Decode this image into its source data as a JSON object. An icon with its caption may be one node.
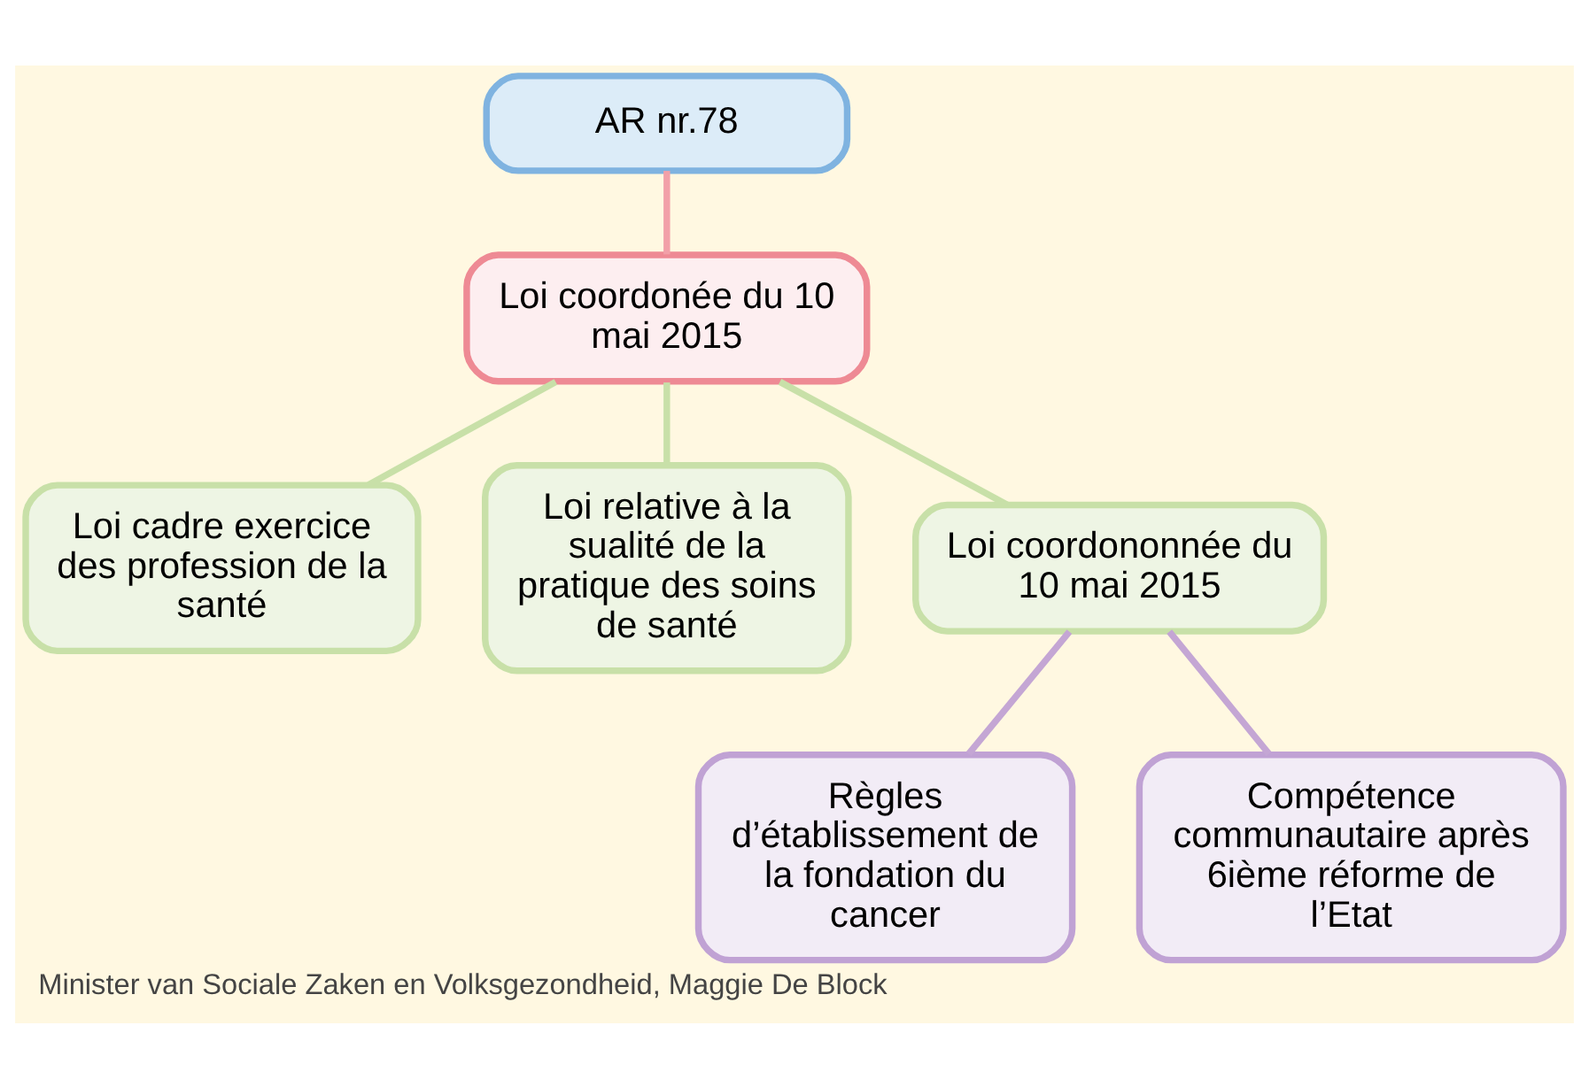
{
  "diagram": {
    "caption": "Minister van Sociale Zaken en Volksgezondheid, Maggie De Block",
    "nodes": [
      {
        "text": [
          "AR nr.78"
        ]
      },
      {
        "text": [
          "Loi coordonée du 10 mai 2015"
        ]
      },
      {
        "text": [
          "Loi cadre exercice des profession de la santé"
        ]
      },
      {
        "text": [
          "Loi relative à la sualité de la pratique des soins de santé"
        ]
      },
      {
        "text": [
          "Loi coordononnée du 10 mai 2015"
        ]
      },
      {
        "text": [
          "Règles d’établissement de la fondation du cancer"
        ]
      },
      {
        "text": [
          "Compétence communautaire après 6ième réforme de l’Etat"
        ]
      }
    ],
    "edges": [
      {
        "from": 0,
        "to": 1,
        "arrow": "none",
        "color": "#f2a0a8"
      },
      {
        "from": 1,
        "to": 2,
        "arrow": "none"
      },
      {
        "from": 1,
        "to": 3,
        "arrow": "none"
      },
      {
        "from": 1,
        "to": 4,
        "arrow": "none"
      },
      {
        "from": 4,
        "to": 5,
        "arrow": "none",
        "color": "#c4a6d4"
      },
      {
        "from": 4,
        "to": 6,
        "arrow": "none",
        "color": "#c4a6d4"
      }
    ]
  }
}
